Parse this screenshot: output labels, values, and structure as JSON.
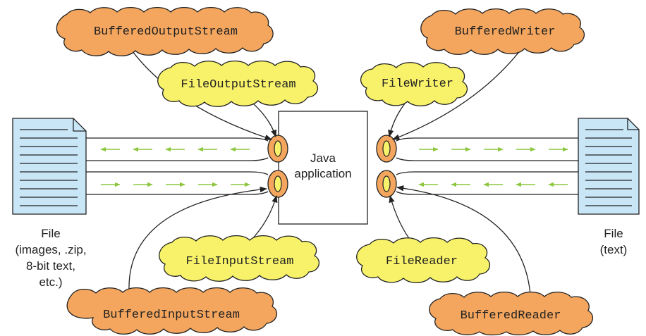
{
  "app": {
    "label_line1": "Java",
    "label_line2": "application"
  },
  "left_file": {
    "lines": [
      "File",
      "(images, .zip,",
      "8-bit text,",
      "etc.)"
    ]
  },
  "right_file": {
    "lines": [
      "File",
      "(text)"
    ]
  },
  "classes": {
    "buffered_output_stream": "BufferedOutputStream",
    "file_output_stream": "FileOutputStream",
    "buffered_writer": "BufferedWriter",
    "file_writer": "FileWriter",
    "file_input_stream": "FileInputStream",
    "buffered_input_stream": "BufferedInputStream",
    "file_reader": "FileReader",
    "buffered_reader": "BufferedReader"
  },
  "colors": {
    "outer_cloud": "#f4a65e",
    "inner_cloud": "#f8f26a",
    "document": "#c9e6f7",
    "arrow": "#8dc63f",
    "stroke": "#222222"
  }
}
